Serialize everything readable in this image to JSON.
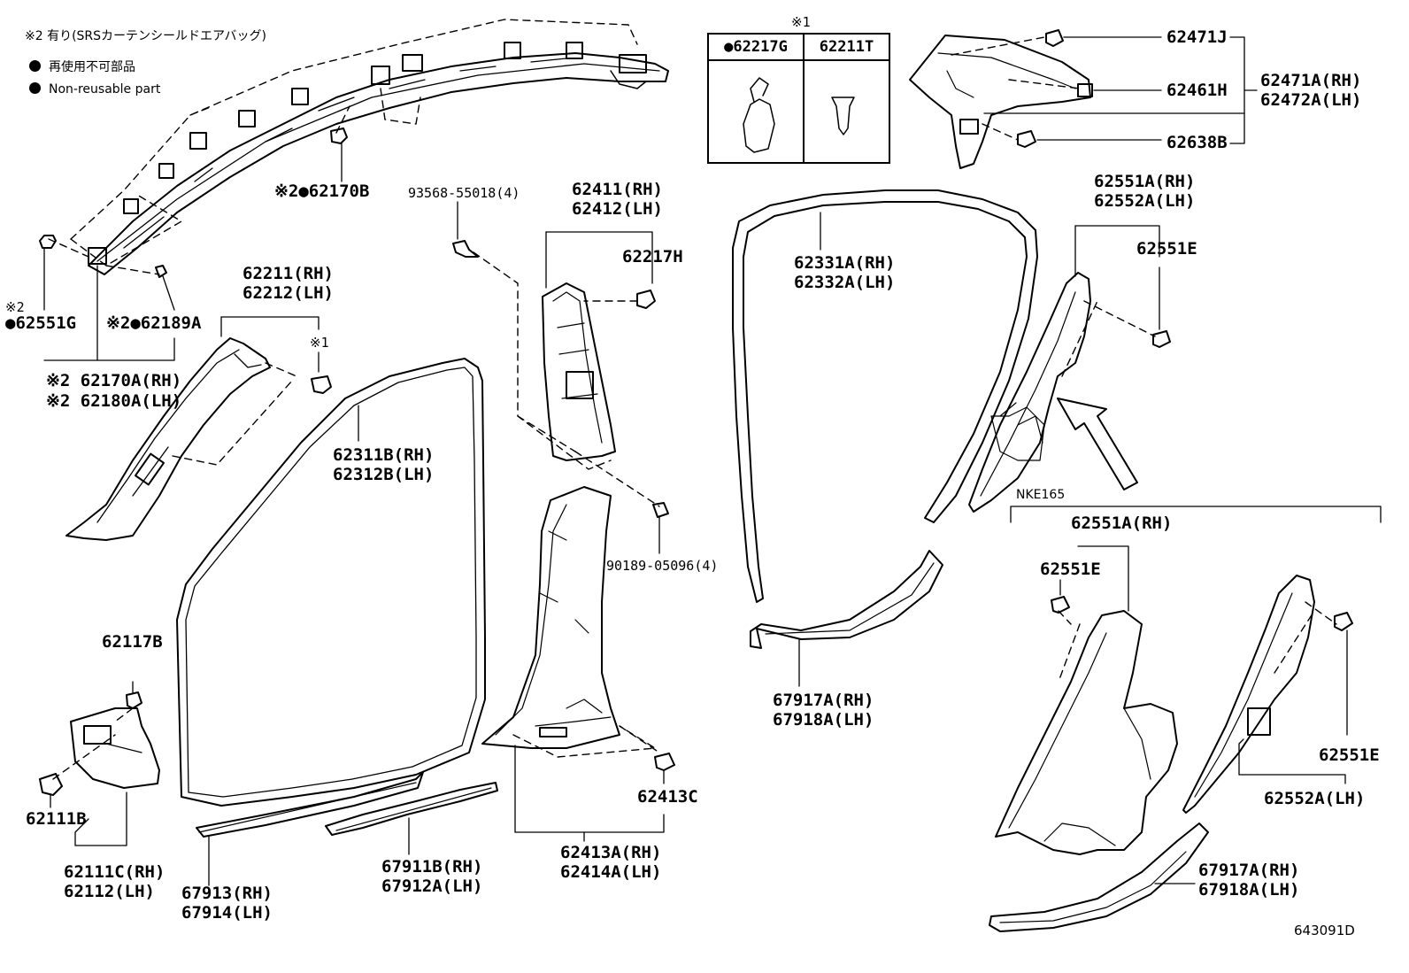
{
  "legend": {
    "note2": "※2 有り(SRSカーテンシールドエアバッグ)",
    "nonreusable_jp": "再使用不可部品",
    "nonreusable_en": "Non-reusable part"
  },
  "table": {
    "mark": "※1",
    "col1": "●62217G",
    "col2": "62211T"
  },
  "labels": {
    "p62170B": "※2●62170B",
    "p62551G_mark": "※2",
    "p62551G": "●62551G",
    "p62189A": "※2●62189A",
    "p62170A": "※2 62170A(RH)",
    "p62180A": "※2 62180A(LH)",
    "p62211": "62211(RH)",
    "p62212": "62212(LH)",
    "mark1": "※1",
    "p93568": "93568-55018(4)",
    "p62411": "62411(RH)",
    "p62412": "62412(LH)",
    "p62217H": "62217H",
    "p62311B": "62311B(RH)",
    "p62312B": "62312B(LH)",
    "p90189": "90189-05096(4)",
    "p62117B": "62117B",
    "p62111B": "62111B",
    "p62111C": "62111C(RH)",
    "p62112": "62112(LH)",
    "p67913": "67913(RH)",
    "p67914": "67914(LH)",
    "p67911B": "67911B(RH)",
    "p67912A": "67912A(LH)",
    "p62413C": "62413C",
    "p62413A": "62413A(RH)",
    "p62414A": "62414A(LH)",
    "p62331A": "62331A(RH)",
    "p62332A": "62332A(LH)",
    "p67917A_top": "67917A(RH)",
    "p67918A_top": "67918A(LH)",
    "p62471J": "62471J",
    "p62461H": "62461H",
    "p62638B": "62638B",
    "p62471A": "62471A(RH)",
    "p62472A": "62472A(LH)",
    "p62551A_top": "62551A(RH)",
    "p62552A_top": "62552A(LH)",
    "p62551E_top": "62551E",
    "nke": "NKE165",
    "p62551A_bot": "62551A(RH)",
    "p62551E_bot_left": "62551E",
    "p62551E_bot_right": "62551E",
    "p62552A_bot": "62552A(LH)",
    "p67917A_bot": "67917A(RH)",
    "p67918A_bot": "67918A(LH)",
    "figure_id": "643091D"
  }
}
